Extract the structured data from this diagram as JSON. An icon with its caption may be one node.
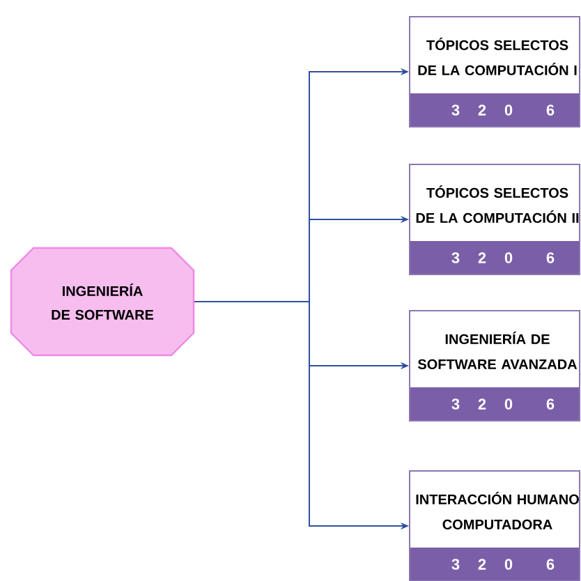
{
  "diagram": {
    "nodes": [
      {
        "text": [
          "INGENIERÍA DE SOFTWARE"
        ]
      },
      {
        "text": [
          "TÓPICOS SELECTOS DE LA COMPUTACIÓN I",
          "3",
          "2",
          "0",
          "6"
        ]
      },
      {
        "text": [
          "TÓPICOS SELECTOS DE LA COMPUTACIÓN II",
          "3",
          "2",
          "0",
          "6"
        ]
      },
      {
        "text": [
          "INGENIERÍA DE SOFTWARE AVANZADA",
          "3",
          "2",
          "0",
          "6"
        ]
      },
      {
        "text": [
          "INTERACCIÓN HUMANO COMPUTADORA",
          "3",
          "2",
          "0",
          "6"
        ]
      }
    ],
    "edges": [
      {
        "from": 0,
        "to": 1,
        "arrow": "to"
      },
      {
        "from": 0,
        "to": 2,
        "arrow": "to"
      },
      {
        "from": 0,
        "to": 3,
        "arrow": "to"
      },
      {
        "from": 0,
        "to": 4,
        "arrow": "to"
      }
    ]
  }
}
